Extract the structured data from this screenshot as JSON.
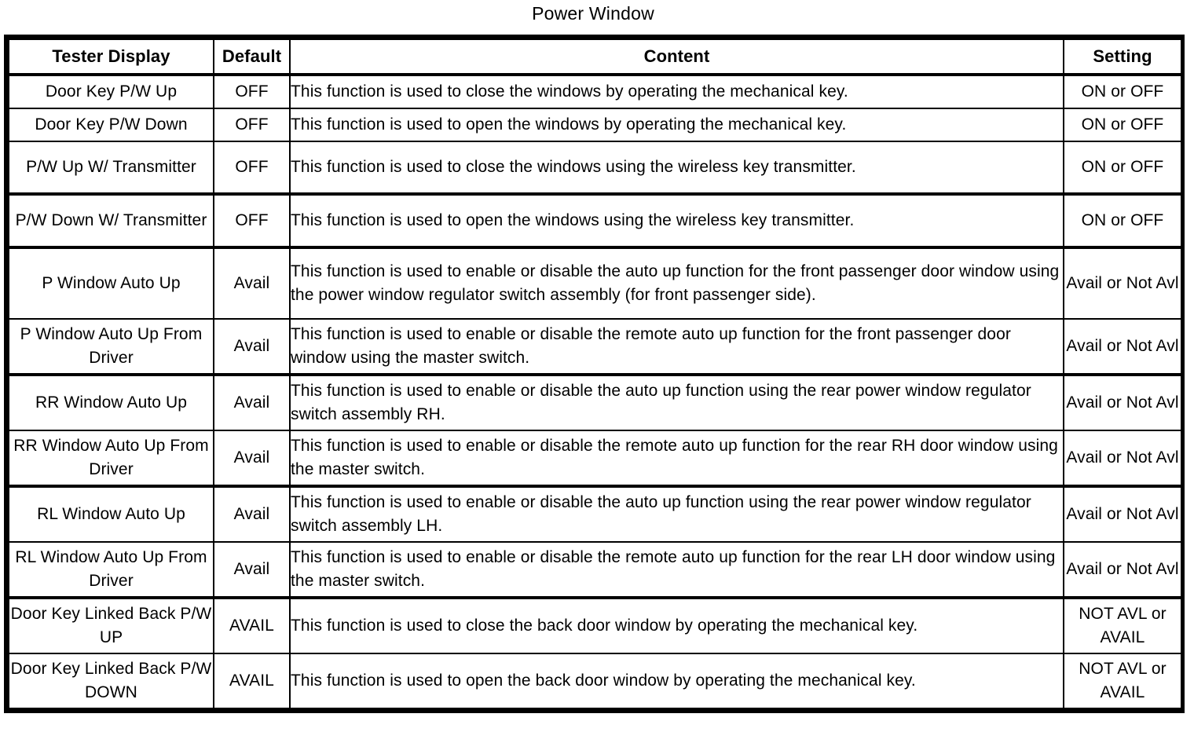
{
  "document": {
    "title": "Power Window"
  },
  "table": {
    "columns": [
      {
        "key": "tester_display",
        "label": "Tester Display",
        "align": "center"
      },
      {
        "key": "default",
        "label": "Default",
        "align": "center"
      },
      {
        "key": "content",
        "label": "Content",
        "align": "left"
      },
      {
        "key": "setting",
        "label": "Setting",
        "align": "center"
      }
    ],
    "rows": [
      {
        "tester_display": "Door Key P/W Up",
        "default": "OFF",
        "content": "This function is used to close the windows by operating the mechanical key.",
        "setting": "ON or OFF"
      },
      {
        "tester_display": "Door Key P/W Down",
        "default": "OFF",
        "content": "This function is used to open the windows by operating the mechanical key.",
        "setting": "ON or OFF"
      },
      {
        "tester_display": "P/W Up W/ Transmitter",
        "default": "OFF",
        "content": "This function is used to close the windows using the wireless key transmitter.",
        "setting": "ON or OFF"
      },
      {
        "tester_display": "P/W Down W/ Transmitter",
        "default": "OFF",
        "content": "This function is used to open the windows using the wireless key transmitter.",
        "setting": "ON or OFF"
      },
      {
        "tester_display": "P Window Auto Up",
        "default": "Avail",
        "content": "This function is used to enable or disable the auto up function for the front passenger door window using the power window regulator switch assembly (for front passenger side).",
        "setting": "Avail or Not Avl"
      },
      {
        "tester_display": "P Window Auto Up From Driver",
        "default": "Avail",
        "content": "This function is used to enable or disable the remote auto up function for the front passenger door window using the master switch.",
        "setting": "Avail or Not Avl"
      },
      {
        "tester_display": "RR Window Auto Up",
        "default": "Avail",
        "content": "This function is used to enable or disable the auto up function using the rear power window regulator switch assembly RH.",
        "setting": "Avail or Not Avl"
      },
      {
        "tester_display": "RR Window Auto Up From Driver",
        "default": "Avail",
        "content": "This function is used to enable or disable the remote auto up function for the rear RH door window using the master switch.",
        "setting": "Avail or Not Avl"
      },
      {
        "tester_display": "RL Window Auto Up",
        "default": "Avail",
        "content": "This function is used to enable or disable the auto up function using the rear power window regulator switch assembly LH.",
        "setting": "Avail or Not Avl"
      },
      {
        "tester_display": "RL Window Auto Up From Driver",
        "default": "Avail",
        "content": "This function is used to enable or disable the remote auto up function for the rear LH door window using the master switch.",
        "setting": "Avail or Not Avl"
      },
      {
        "tester_display": "Door Key Linked Back P/W UP",
        "default": "AVAIL",
        "content": "This function is used to close the back door window by operating the mechanical key.",
        "setting": "NOT AVL or AVAIL"
      },
      {
        "tester_display": "Door Key Linked Back P/W DOWN",
        "default": "AVAIL",
        "content": "This function is used to open the back door window by operating the mechanical key.",
        "setting": "NOT AVL or AVAIL"
      }
    ]
  },
  "colors": {
    "text": "#000000",
    "border": "#000000",
    "background": "#ffffff"
  }
}
